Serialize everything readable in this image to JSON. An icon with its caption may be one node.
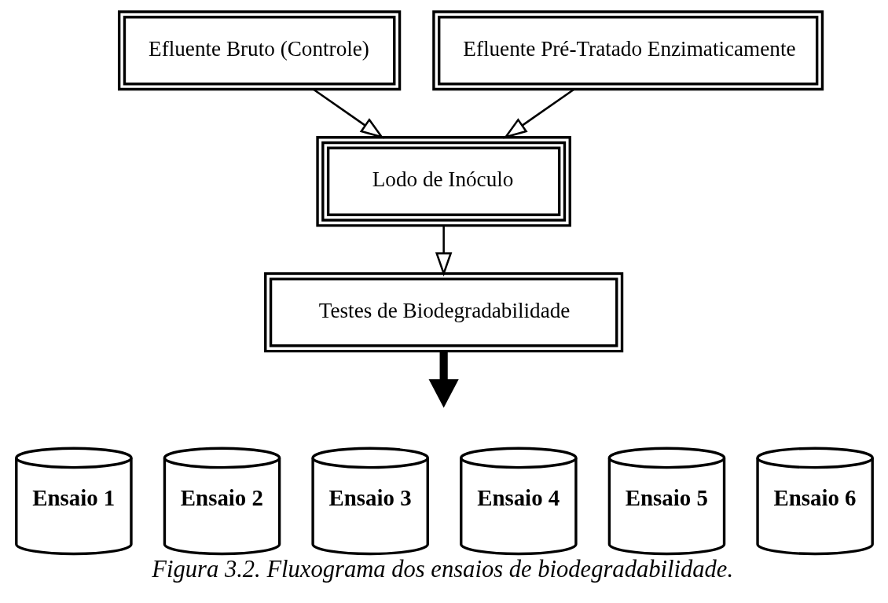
{
  "diagram": {
    "caption": "Figura 3.2. Fluxograma dos ensaios de biodegradabilidade.",
    "nodes": [
      {
        "text": [
          "Efluente Bruto (Controle)"
        ]
      },
      {
        "text": [
          "Efluente Pré-Tratado Enzimaticamente"
        ]
      },
      {
        "text": [
          "Lodo de Inóculo"
        ]
      },
      {
        "text": [
          "Testes de Biodegradabilidade"
        ]
      },
      {
        "text": [
          "Ensaio 1"
        ]
      },
      {
        "text": [
          "Ensaio 2"
        ]
      },
      {
        "text": [
          "Ensaio 3"
        ]
      },
      {
        "text": [
          "Ensaio 4"
        ]
      },
      {
        "text": [
          "Ensaio 5"
        ]
      },
      {
        "text": [
          "Ensaio 6"
        ]
      }
    ],
    "edges": [
      {
        "from": 0,
        "to": 2,
        "arrow": "to"
      },
      {
        "from": 1,
        "to": 2,
        "arrow": "to"
      },
      {
        "from": 2,
        "to": 3,
        "arrow": "to"
      },
      {
        "from": 3,
        "to": null,
        "arrow": "to",
        "style": "thick"
      }
    ]
  }
}
